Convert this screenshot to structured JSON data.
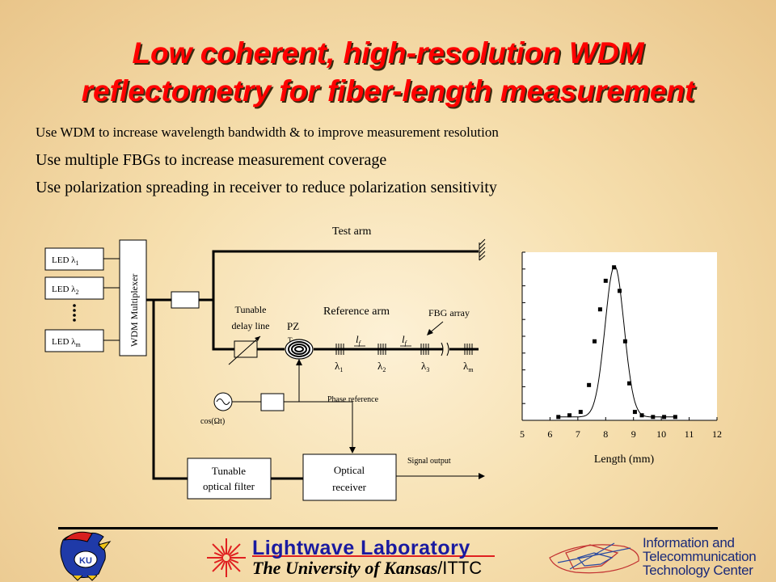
{
  "slide": {
    "title_line1": "Low coherent, high-resolution WDM",
    "title_line2": "reflectometry for fiber-length measurement",
    "bullets": [
      "Use WDM to increase wavelength bandwidth & to improve measurement  resolution",
      "Use multiple FBGs to increase measurement coverage",
      "Use polarization spreading in receiver to reduce polarization sensitivity"
    ]
  },
  "diagram": {
    "led1": "LED λ",
    "led1_sub": "1",
    "led2": "LED λ",
    "led2_sub": "2",
    "ledm": "LED λ",
    "ledm_sub": "m",
    "wdm": "WDM Multiplexer",
    "test_arm": "Test arm",
    "reference_arm": "Reference arm",
    "fbg_array": "FBG array",
    "tunable_delay_1": "Tunable",
    "tunable_delay_2": "delay line",
    "pz": "PZ",
    "pz2": "T",
    "lf1": "l",
    "lf1_sub": "f",
    "lf2": "l",
    "lf2_sub": "f",
    "lambda": "λ",
    "lambda_subs": [
      "1",
      "2",
      "3",
      "m"
    ],
    "phase_reference": "Phase reference",
    "cos": "cos(Ωt)",
    "signal_output": "Signal output",
    "filter_1": "Tunable",
    "filter_2": "optical filter",
    "receiver_1": "Optical",
    "receiver_2": "receiver"
  },
  "chart_data": {
    "type": "scatter",
    "title": "",
    "xlabel": "Length (mm)",
    "ylabel": "",
    "xlim": [
      5,
      12
    ],
    "ylim": [
      0,
      1
    ],
    "xticks": [
      "5",
      "6",
      "7",
      "8",
      "9",
      "10",
      "11",
      "12"
    ],
    "grid": false,
    "series": [
      {
        "values_x": [
          6.3,
          6.7,
          7.1,
          7.4,
          7.6,
          7.8,
          8.0,
          8.3,
          8.5,
          8.7,
          8.85,
          9.05,
          9.3,
          9.7,
          10.1,
          10.5
        ],
        "values_y": [
          0.02,
          0.03,
          0.05,
          0.21,
          0.47,
          0.66,
          0.83,
          0.91,
          0.77,
          0.47,
          0.22,
          0.05,
          0.03,
          0.02,
          0.02,
          0.02
        ]
      }
    ],
    "fit_curve": true
  },
  "footer": {
    "lab": "Lightwave Laboratory",
    "university": "The University of Kansas",
    "ittc": "/ITTC",
    "center_1": "Information and",
    "center_2": "Telecommunication",
    "center_3": "Technology Center",
    "ku": "KU"
  }
}
